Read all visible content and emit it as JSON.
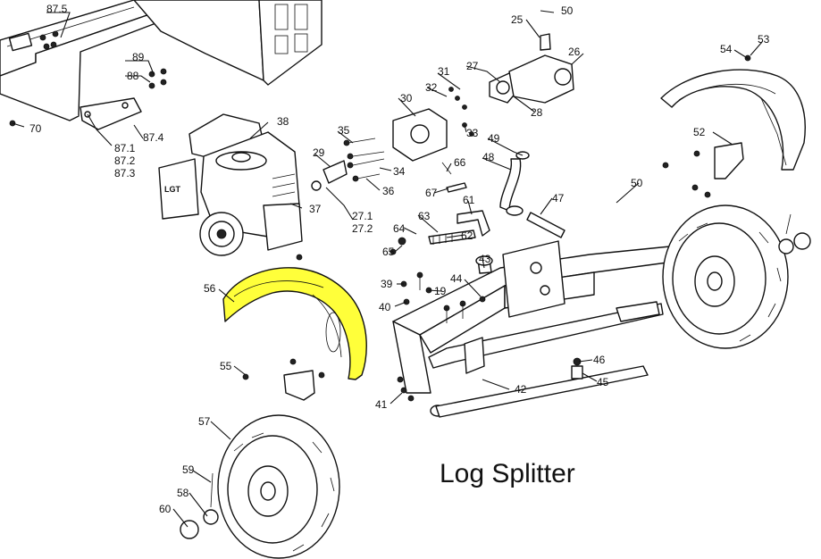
{
  "title": "Log Splitter",
  "highlight": {
    "part": "56",
    "color": "#ffff3a"
  },
  "callouts": [
    "87.5",
    "89",
    "88",
    "70",
    "87.4",
    "87.1",
    "87.2",
    "87.3",
    "38",
    "35",
    "29",
    "34",
    "36",
    "37",
    "27.1",
    "27.2",
    "25",
    "50",
    "26",
    "27",
    "31",
    "32",
    "30",
    "28",
    "33",
    "49",
    "66",
    "48",
    "67",
    "61",
    "47",
    "63",
    "62",
    "64",
    "65",
    "43",
    "39",
    "40",
    "44",
    "19",
    "56",
    "55",
    "41",
    "57",
    "59",
    "58",
    "60",
    "42",
    "46",
    "45",
    "54",
    "53",
    "52"
  ]
}
